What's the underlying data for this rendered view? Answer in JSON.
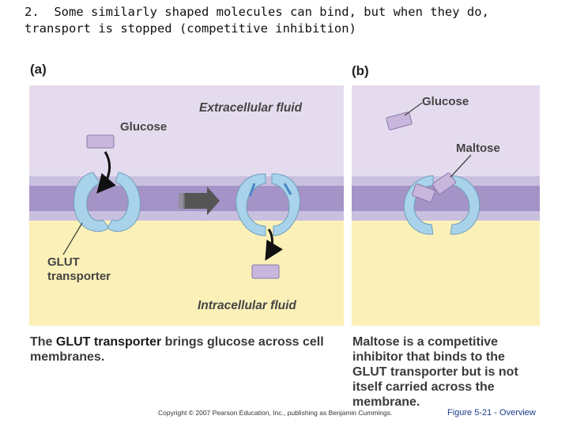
{
  "slide": {
    "title": "2.  Some similarly shaped molecules can bind, but when they do, transport is stopped (competitive inhibition)"
  },
  "panel_a": {
    "label": "(a)",
    "extracellular": "Extracellular fluid",
    "intracellular": "Intracellular fluid",
    "glucose": "Glucose",
    "glut_line1": "GLUT",
    "glut_line2": "transporter",
    "caption_pre": "The ",
    "caption_bold": "GLUT transporter",
    "caption_post": " brings glucose across cell membranes."
  },
  "panel_b": {
    "label": "(b)",
    "glucose": "Glucose",
    "maltose": "Maltose",
    "caption": "Maltose is a competitive inhibitor that binds to the GLUT transporter but is not itself carried across the membrane."
  },
  "footer": {
    "copyright": "Copyright © 2007 Pearson Education, Inc., publishing as Benjamin Cummings.",
    "figure_ref": "Figure 5-21 - Overview"
  },
  "colors": {
    "extracellular": "#e4dcee",
    "membrane": "#a493c6",
    "intracellular": "#fbf1b8",
    "transporter": "#a9d3ea",
    "molecule": "#c8b6dc"
  }
}
